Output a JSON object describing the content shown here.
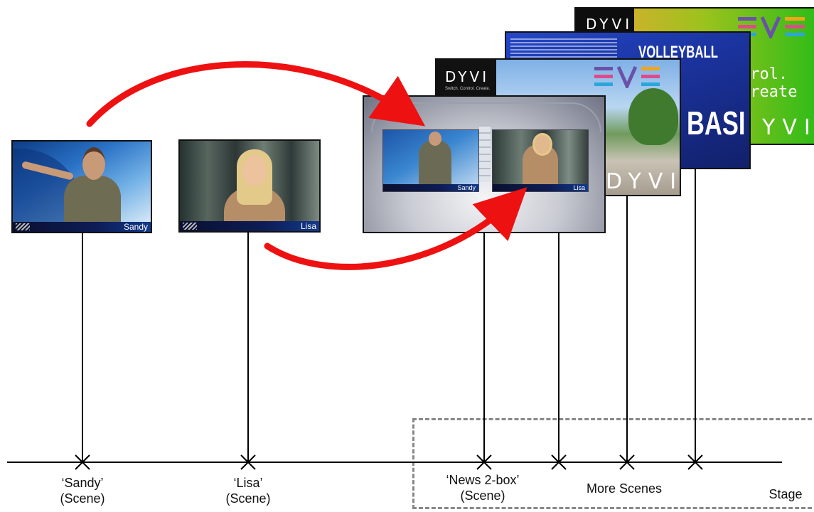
{
  "scenes": {
    "sandy": {
      "nameplate": "Sandy",
      "label_line1": "‘Sandy’",
      "label_line2": "(Scene)"
    },
    "lisa": {
      "nameplate": "Lisa",
      "label_line1": "‘Lisa’",
      "label_line2": "(Scene)"
    },
    "news_2box": {
      "nameplate_left": "Sandy",
      "nameplate_right": "Lisa",
      "label_line1": "‘News 2-box’",
      "label_line2": "(Scene)"
    }
  },
  "stacked_cards": {
    "dyvi_logo": "DYVI",
    "dyvi_tagline": "Switch. Control. Create.",
    "evs_logo": "EVS",
    "volleyball_text": "VOLLEYBALL",
    "basketball_text": "BASI",
    "green_card_text": "trol. Create",
    "green_card_logo": "YVI",
    "wellness_logo": "DYVI"
  },
  "timeline": {
    "more_scenes": "More Scenes",
    "stage": "Stage"
  },
  "colors": {
    "arrow": "#ee1111",
    "axis": "#000000",
    "stage_border": "#888888",
    "evs_stripes": [
      "#6a52a8",
      "#e04a8a",
      "#2aa6d8",
      "#f2a51a"
    ]
  },
  "icons": [
    "arrow-sandy-to-news",
    "arrow-lisa-to-news",
    "tick-cross-icon"
  ]
}
